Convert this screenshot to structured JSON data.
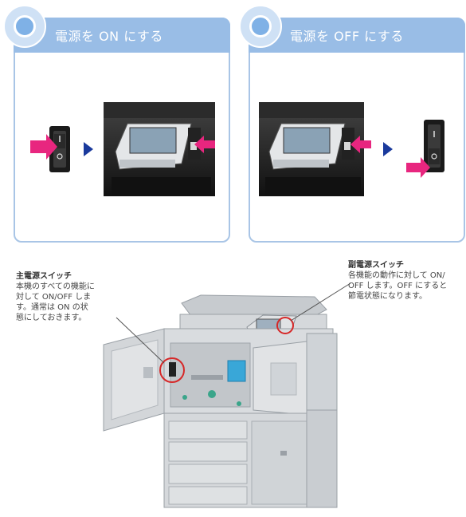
{
  "panels": {
    "on": {
      "title": "電源を ON にする"
    },
    "off": {
      "title": "電源を OFF にする"
    }
  },
  "callouts": {
    "main": {
      "heading": "主電源スイッチ",
      "lines": [
        "本機のすべての機能に",
        "対して ON/OFF しま",
        "す。通常は ON の状",
        "態にしておきます。"
      ]
    },
    "sub": {
      "heading": "副電源スイッチ",
      "lines": [
        "各機能の動作に対して ON/",
        "OFF します。OFF にすると",
        "節電状態になります。"
      ]
    }
  },
  "colors": {
    "panel_border": "#a9c5e6",
    "panel_header": "#99bde6",
    "arrow_magenta": "#e8267f",
    "arrow_blue": "#1a3a9c",
    "callout_red": "#d62828",
    "machine_gray": "#cfd3d7",
    "toner_blue": "#39a7d8",
    "parts_green": "#3aa58a"
  },
  "icons": [
    "power-switch-icon",
    "push-arrow-icon",
    "next-step-arrow-icon",
    "copier-illustration"
  ]
}
